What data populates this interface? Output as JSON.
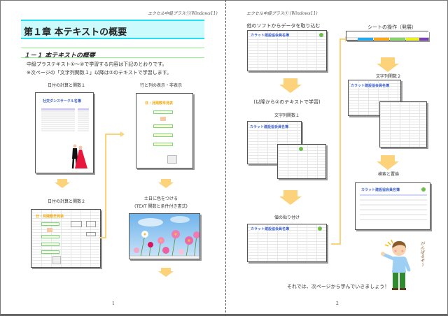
{
  "pages": [
    {
      "header_note": "エクセル中級プラス①(Windows11)",
      "chapter_title": "第１章 本テキストの概要",
      "section_title": "１－１ 本テキストの概要",
      "intro_lines": [
        "中級プラステキスト①～②で学習する内容は下記のとおりです。",
        "※次ページの「文字列関数１」以降は②のテキストで学習します。"
      ],
      "steps": [
        {
          "label": "日付の計算と関数１",
          "thumb_title": "社交ダンスサークル名簿"
        },
        {
          "label": "行と列の表示・非表示",
          "thumb_title": "日・月残数早見表"
        },
        {
          "label": "日付の計算と関数２",
          "thumb_title": "日・月残数早見表"
        },
        {
          "label": "土日に色をつける",
          "sublabel": "(TEXT 関数と条件付き書式)"
        }
      ],
      "page_number": "1"
    },
    {
      "header_note": "エクセル中級プラス① (Windows11)",
      "steps": [
        {
          "label": "他のソフトからデータを取り込む",
          "thumb_title": "カラット建設協会員名簿"
        },
        {
          "label": "(以降から②のテキストで学習)"
        },
        {
          "label": "文字列関数１",
          "thumb_title": "カラット建設協会員名簿"
        },
        {
          "label": "値の貼り付け",
          "thumb_title": "カラット建設協会員名簿"
        },
        {
          "label": "シートの操作（発展）"
        },
        {
          "label": "文字列関数２",
          "thumb_title": "カラット建設協会員名簿"
        },
        {
          "label": "検索と置換",
          "thumb_title": "カラット建設協会員名簿"
        }
      ],
      "closing_text": "それでは、次ページから学んでいきましょう！",
      "speech_text": "がんばるぞ～",
      "page_number": "2"
    }
  ],
  "colors": {
    "chapter_band": "#ccfbfd",
    "chapter_border": "#25e1f0",
    "section_line": "#8ef08a",
    "flow_arrow": "#fcd27a",
    "thumb_title_blue": "#3b5fc9",
    "thumb_title_orange": "#f0a500"
  },
  "sheet_tabs": [
    {
      "color": "#25a9e8"
    },
    {
      "color": "#f7a81b"
    },
    {
      "color": "#8bd16b"
    },
    {
      "color": "#e8f020"
    },
    {
      "color": "#7b3fb8"
    }
  ]
}
